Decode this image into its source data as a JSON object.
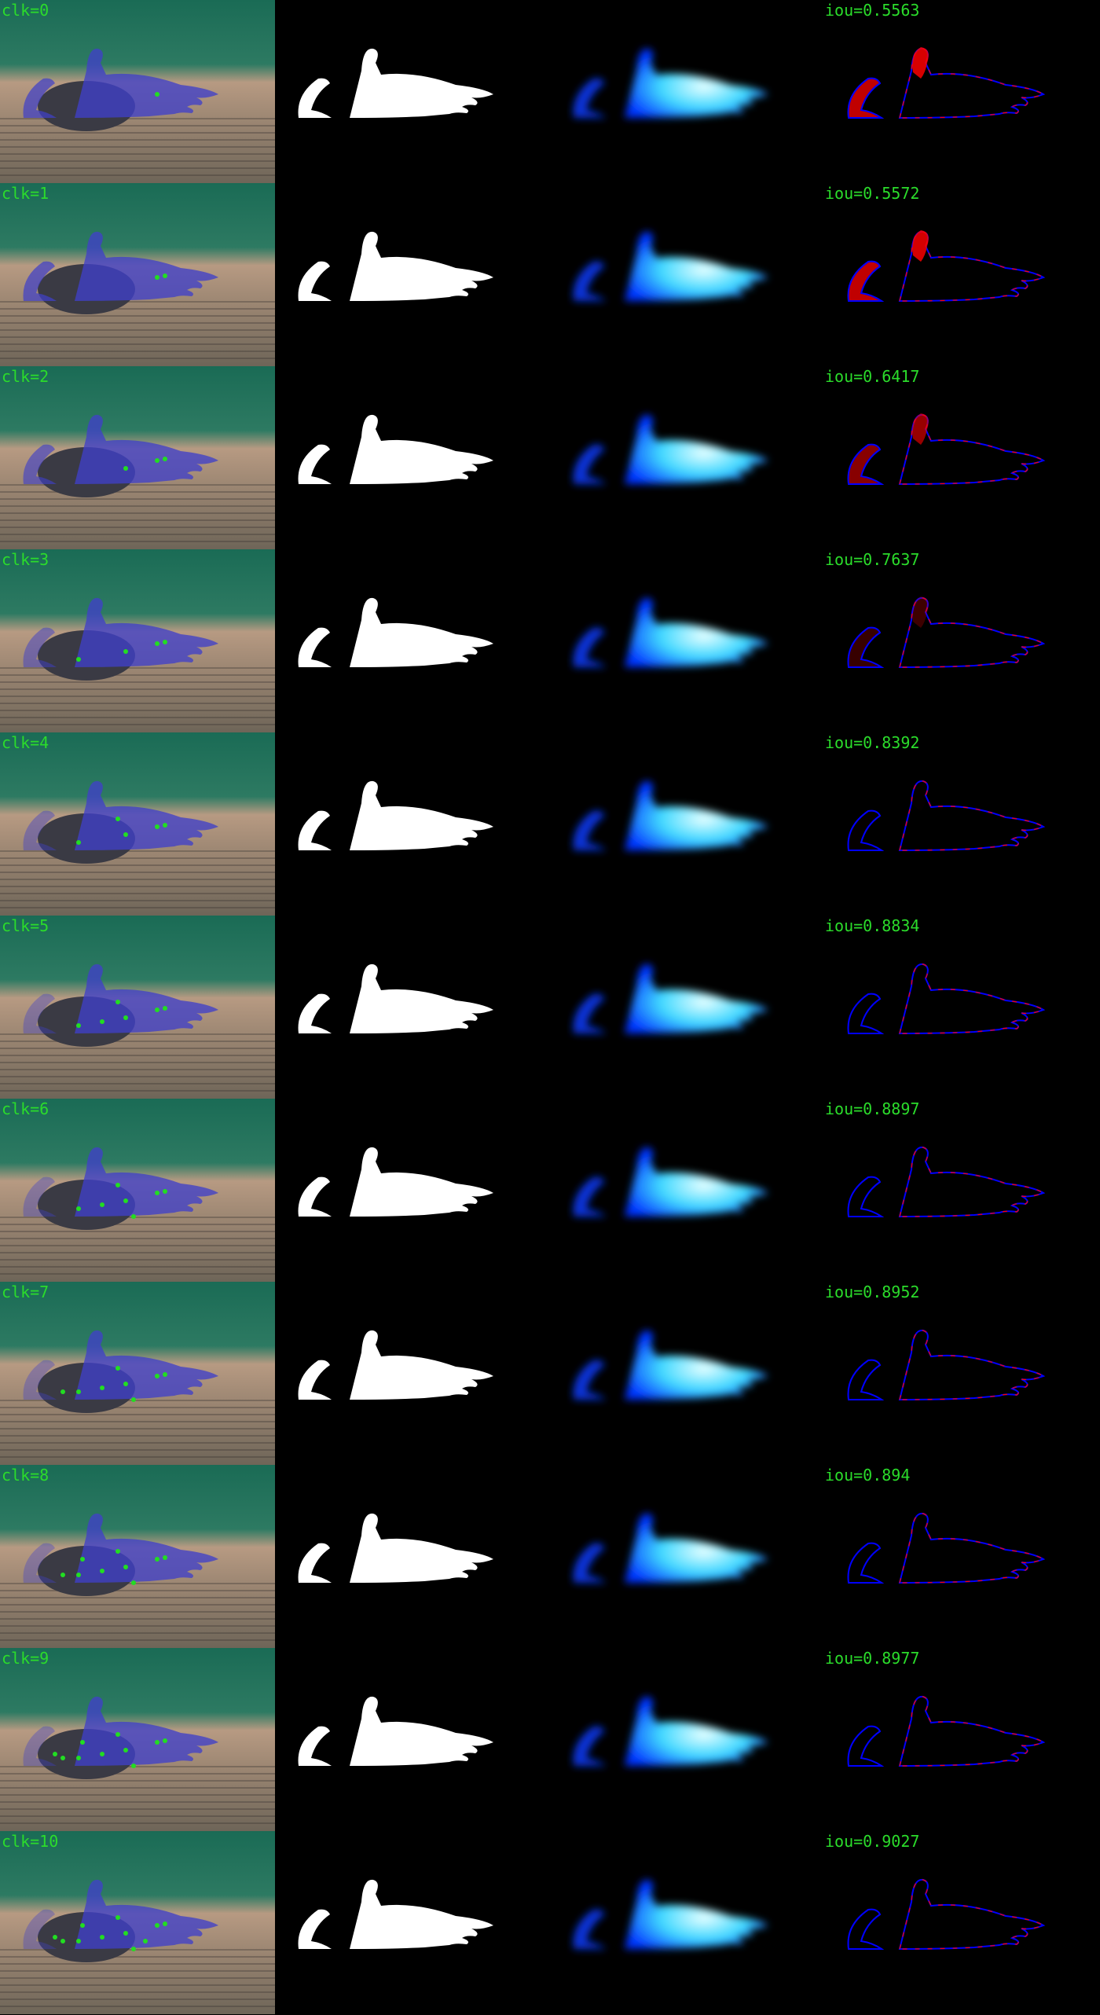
{
  "colors": {
    "label": "#2bdc2b",
    "gt_mask": "#ffffff",
    "overlay_blue": "#4040c8",
    "false_negative": "#ff0000",
    "false_positive": "#0000ff",
    "click_point": "#22dd22",
    "water_green": "#1a6b55",
    "water_sand": "#b79a82"
  },
  "rows": [
    {
      "clk": "clk=0",
      "iou": "iou=0.5563",
      "iou_value": 0.5563,
      "clicks": 1
    },
    {
      "clk": "clk=1",
      "iou": "iou=0.5572",
      "iou_value": 0.5572,
      "clicks": 2
    },
    {
      "clk": "clk=2",
      "iou": "iou=0.6417",
      "iou_value": 0.6417,
      "clicks": 3
    },
    {
      "clk": "clk=3",
      "iou": "iou=0.7637",
      "iou_value": 0.7637,
      "clicks": 4
    },
    {
      "clk": "clk=4",
      "iou": "iou=0.8392",
      "iou_value": 0.8392,
      "clicks": 5
    },
    {
      "clk": "clk=5",
      "iou": "iou=0.8834",
      "iou_value": 0.8834,
      "clicks": 6
    },
    {
      "clk": "clk=6",
      "iou": "iou=0.8897",
      "iou_value": 0.8897,
      "clicks": 7
    },
    {
      "clk": "clk=7",
      "iou": "iou=0.8952",
      "iou_value": 0.8952,
      "clicks": 8
    },
    {
      "clk": "clk=8",
      "iou": "iou=0.894",
      "iou_value": 0.894,
      "clicks": 9
    },
    {
      "clk": "clk=9",
      "iou": "iou=0.8977",
      "iou_value": 0.8977,
      "clicks": 10
    },
    {
      "clk": "clk=10",
      "iou": "iou=0.9027",
      "iou_value": 0.9027,
      "clicks": 11
    }
  ]
}
